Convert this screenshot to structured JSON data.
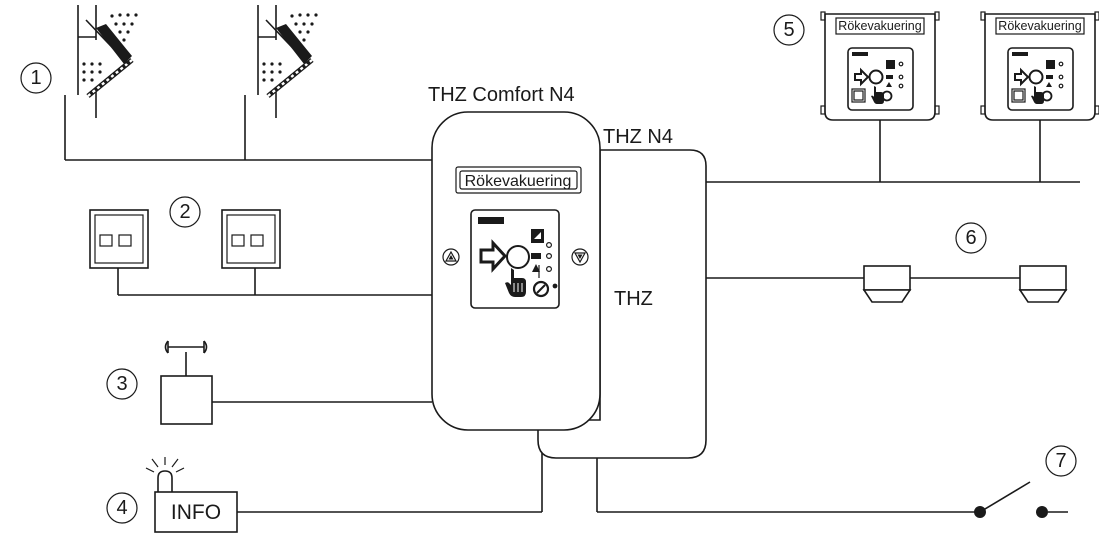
{
  "labels": {
    "comfort_title": "THZ Comfort N4",
    "n4_title": "THZ N4",
    "thz_label": "THZ",
    "panel_text": "Rökevakuering",
    "remote_panel_text": "Rökevakuering",
    "info_text": "INFO"
  },
  "callouts": [
    "1",
    "2",
    "3",
    "4",
    "5",
    "6",
    "7"
  ],
  "colors": {
    "line": "#1a1a1a",
    "background": "#ffffff"
  }
}
